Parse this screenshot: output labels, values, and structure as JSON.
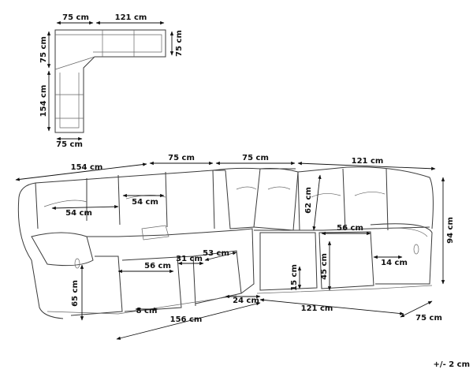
{
  "tolerance": "+/- 2 cm",
  "top_view": {
    "top_left": "75 cm",
    "top_right": "121 cm",
    "left_upper": "75 cm",
    "right_side": "75 cm",
    "left_lower": "154 cm",
    "bottom": "75 cm"
  },
  "front_view": {
    "left_width": "154 cm",
    "corner_left": "75 cm",
    "corner_right": "75 cm",
    "right_width": "121 cm",
    "seat_left": "54 cm",
    "seat_middle": "54 cm",
    "back_height": "62 cm",
    "seat_width_right": "56 cm",
    "height": "94 cm",
    "armrest": "14 cm",
    "seat_depth_left": "56 cm",
    "console": "31 cm",
    "seat_depth_mid": "53 cm",
    "seat_height": "45 cm",
    "footrest": "15 cm",
    "total_height_left": "65 cm",
    "leg": "8 cm",
    "gap": "24 cm",
    "base_right": "121 cm",
    "depth_right": "75 cm",
    "base_left": "156 cm"
  }
}
